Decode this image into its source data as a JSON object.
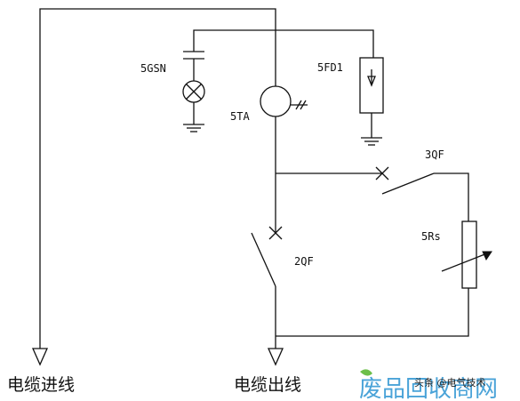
{
  "labels": {
    "capacitor_lamp": "5GSN",
    "current_transformer": "5TA",
    "arrester": "5FD1",
    "breaker_3": "3QF",
    "breaker_2": "2QF",
    "resistor": "5Rs"
  },
  "bottom": {
    "cable_in": "电缆进线",
    "cable_out": "电缆出线"
  },
  "watermark": {
    "source": "头条 @电气技术",
    "brand": "废品回收商网"
  }
}
